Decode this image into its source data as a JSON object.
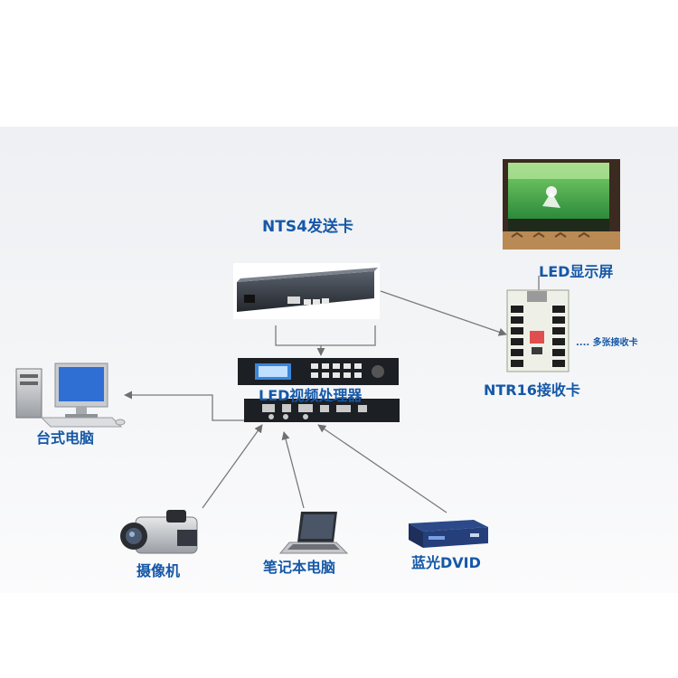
{
  "labels": {
    "sender_card": "NTS4发送卡",
    "led_screen": "LED显示屏",
    "receiver_card": "NTR16接收卡",
    "more_receivers": ".... 多张接收卡",
    "video_processor": "LED视频处理器",
    "desktop_pc": "台式电脑",
    "camcorder": "摄像机",
    "laptop": "笔记本电脑",
    "bluray": "蓝光DVID"
  },
  "colors": {
    "label_blue": "#1558a8",
    "line_gray": "#7a7a7a",
    "device_dark": "#2b2f36"
  }
}
